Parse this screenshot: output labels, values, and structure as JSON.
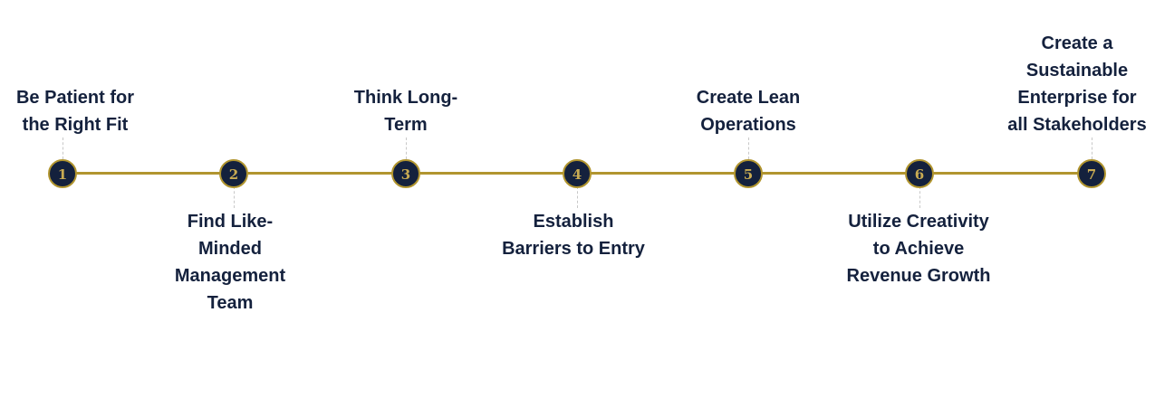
{
  "colors": {
    "line": "#b1952f",
    "node_fill": "#14213d",
    "node_number": "#c9ab52",
    "text": "#14213d"
  },
  "steps": [
    {
      "number": "1",
      "lines": [
        "Be Patient for",
        "the Right Fit"
      ]
    },
    {
      "number": "2",
      "lines": [
        "Find Like-",
        "Minded",
        "Management",
        "Team"
      ]
    },
    {
      "number": "3",
      "lines": [
        "Think Long-",
        "Term"
      ]
    },
    {
      "number": "4",
      "lines": [
        "Establish",
        "Barriers to Entry"
      ]
    },
    {
      "number": "5",
      "lines": [
        "Create Lean",
        "Operations"
      ]
    },
    {
      "number": "6",
      "lines": [
        "Utilize Creativity",
        "to Achieve",
        "Revenue Growth"
      ]
    },
    {
      "number": "7",
      "lines": [
        "Create a",
        "Sustainable",
        "Enterprise for",
        "all Stakeholders"
      ]
    }
  ]
}
